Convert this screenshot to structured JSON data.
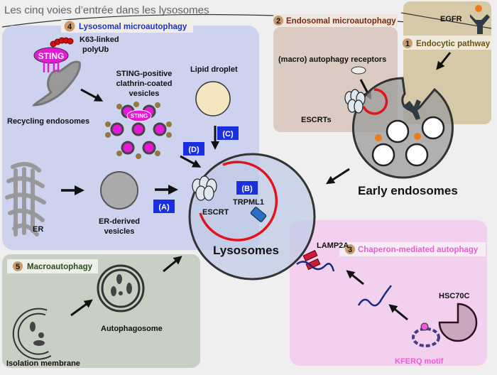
{
  "title": "Les cinq voies d’entrée dans les lysosomes",
  "colors": {
    "background": "#efefef",
    "lysosomal_panel": "#cdd3ee",
    "endosomal_panel": "#d9c6bc",
    "endocytic_panel": "#d6c9a8",
    "macro_panel": "#c8d0c4",
    "cma_panel": "#f3d1ee",
    "number_badge": "#c99a6e",
    "tag_blue": "#1a2fe0",
    "membrane_red": "#e0141c",
    "sting_magenta": "#e619d9"
  },
  "panels": {
    "lysosomal": {
      "number": "4",
      "title": "Lysosomal microautophagy",
      "color": "#1a33cc"
    },
    "endosomal": {
      "number": "2",
      "title": "Endosomal microautophagy",
      "color": "#7a2a10"
    },
    "endocytic": {
      "number": "1",
      "title": "Endocytic pathway",
      "color": "#6b5510"
    },
    "cma": {
      "number": "3",
      "title": "Chaperon-mediated autophagy",
      "color": "#ee5ad8"
    },
    "macro": {
      "number": "5",
      "title": "Macroautophagy",
      "color": "#2d4d1a"
    }
  },
  "labels": {
    "k63_line1": "K63-linked",
    "k63_line2": "polyUb",
    "sting": "STING",
    "recycling": "Recycling endosomes",
    "sting_ves_1": "STING-positive",
    "sting_ves_2": "clathrin-coated",
    "sting_ves_3": "vesicles",
    "lipid": "Lipid droplet",
    "er": "ER",
    "er_ves_1": "ER-derived",
    "er_ves_2": "vesicles",
    "escrt": "ESCRT",
    "trpml1": "TRPML1",
    "lysosomes": "Lysosomes",
    "egfr": "EGFR",
    "macro_receptors": "(macro) autophagy receptors",
    "escrts": "ESCRTs",
    "early_endosomes": "Early endosomes",
    "lamp2a": "LAMP2A",
    "hsc70c": "HSC70C",
    "kferq": "KFERQ motif",
    "isolation": "Isolation membrane",
    "autophagosome": "Autophagosome"
  },
  "tags": {
    "a": "(A)",
    "b": "(B)",
    "c": "(C)",
    "d": "(D)"
  }
}
